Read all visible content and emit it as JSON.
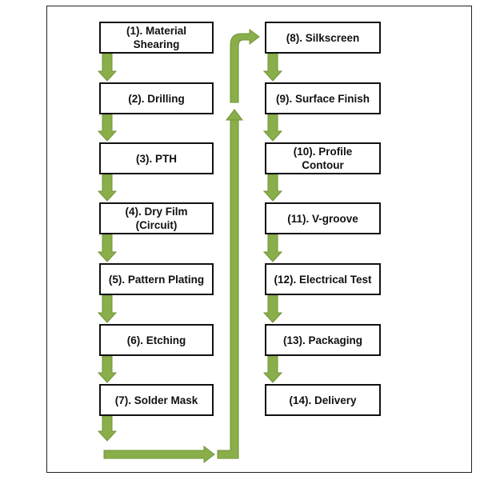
{
  "diagram": {
    "title": "PCB manufacturing process flow",
    "arrow_color": "#8aae4a",
    "arrow_stroke": "#6f9436",
    "steps": [
      {
        "label": "(1). Material Shearing",
        "line1": "(1). Material",
        "line2": "Shearing"
      },
      {
        "label": "(2). Drilling",
        "line1": "(2). Drilling",
        "line2": ""
      },
      {
        "label": "(3). PTH",
        "line1": "(3). PTH",
        "line2": ""
      },
      {
        "label": "(4). Dry Film (Circuit)",
        "line1": "(4). Dry Film",
        "line2": "(Circuit)"
      },
      {
        "label": "(5). Pattern Plating",
        "line1": "(5). Pattern Plating",
        "line2": ""
      },
      {
        "label": "(6). Etching",
        "line1": "(6). Etching",
        "line2": ""
      },
      {
        "label": "(7). Solder Mask",
        "line1": "(7). Solder Mask",
        "line2": ""
      },
      {
        "label": "(8). Silkscreen",
        "line1": "(8). Silkscreen",
        "line2": ""
      },
      {
        "label": "(9). Surface Finish",
        "line1": "(9). Surface Finish",
        "line2": ""
      },
      {
        "label": "(10). Profile Contour",
        "line1": "(10). Profile",
        "line2": "Contour"
      },
      {
        "label": "(11). V-groove",
        "line1": "(11). V-groove",
        "line2": ""
      },
      {
        "label": "(12). Electrical Test",
        "line1": "(12). Electrical Test",
        "line2": ""
      },
      {
        "label": "(13). Packaging",
        "line1": "(13). Packaging",
        "line2": ""
      },
      {
        "label": "(14). Delivery",
        "line1": "(14). Delivery",
        "line2": ""
      }
    ]
  }
}
